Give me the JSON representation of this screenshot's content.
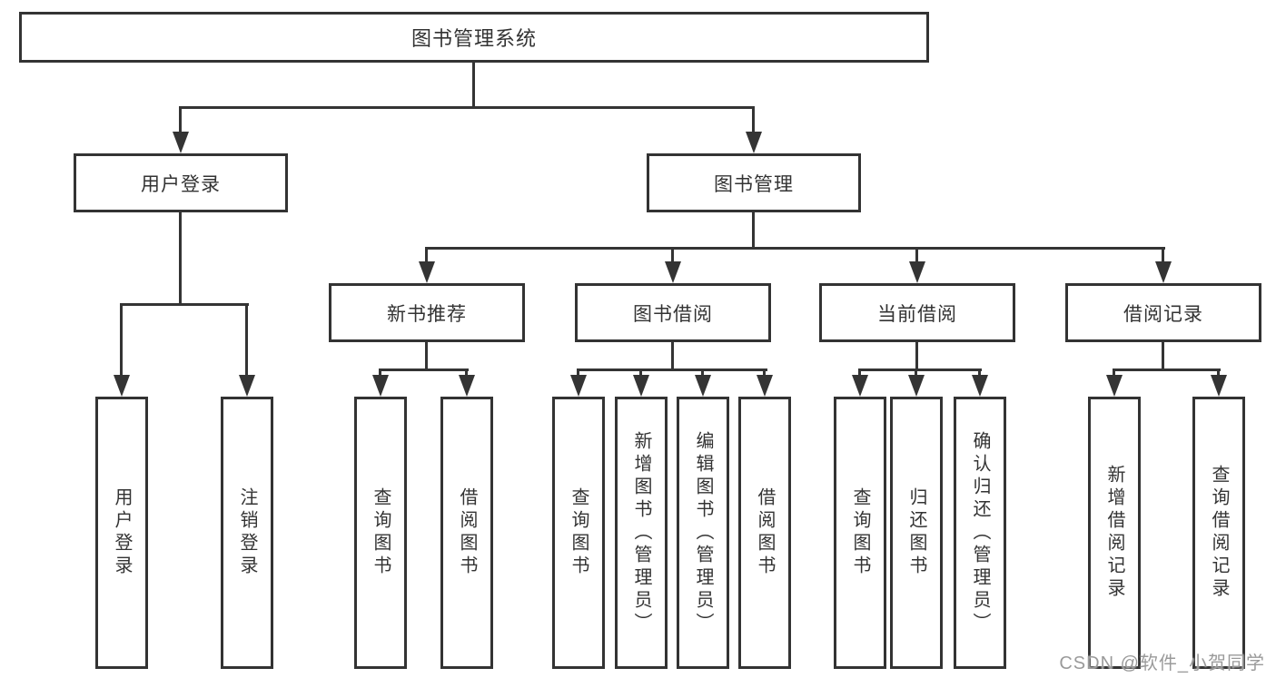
{
  "tree": {
    "label": "图书管理系统",
    "children": [
      {
        "label": "用户登录",
        "children": [
          {
            "label": "用户登录"
          },
          {
            "label": "注销登录"
          }
        ]
      },
      {
        "label": "图书管理",
        "children": [
          {
            "label": "新书推荐",
            "children": [
              {
                "label": "查询图书"
              },
              {
                "label": "借阅图书"
              }
            ]
          },
          {
            "label": "图书借阅",
            "children": [
              {
                "label": "查询图书"
              },
              {
                "label": "新增图书（管理员）"
              },
              {
                "label": "编辑图书（管理员）"
              },
              {
                "label": "借阅图书"
              }
            ]
          },
          {
            "label": "当前借阅",
            "children": [
              {
                "label": "查询图书"
              },
              {
                "label": "归还图书"
              },
              {
                "label": "确认归还（管理员）"
              }
            ]
          },
          {
            "label": "借阅记录",
            "children": [
              {
                "label": "新增借阅记录"
              },
              {
                "label": "查询借阅记录"
              }
            ]
          }
        ]
      }
    ]
  },
  "watermark": "CSDN @软件_小贺同学",
  "colors": {
    "line": "#343434",
    "box_border": "#333333",
    "text": "#333333",
    "background": "#ffffff",
    "watermark": "#9a9a9a"
  }
}
